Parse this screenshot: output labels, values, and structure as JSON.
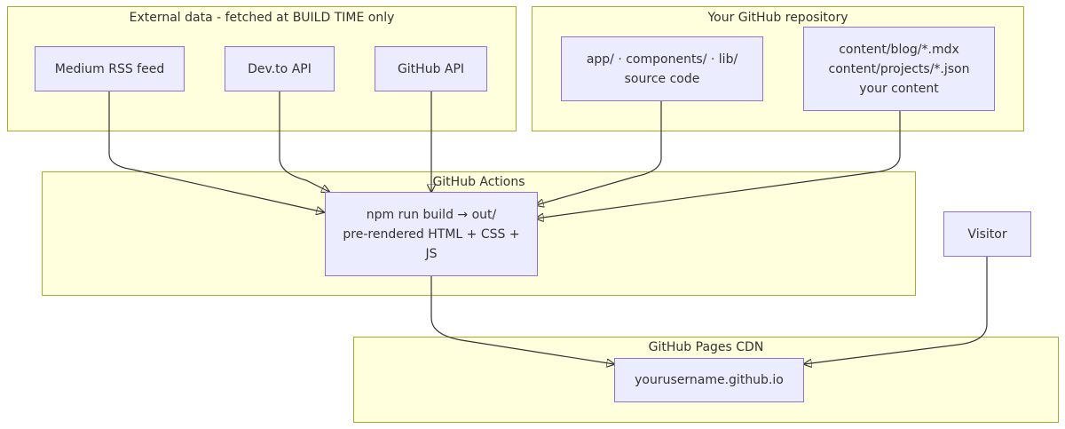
{
  "clusters": {
    "external": {
      "title": "External data - fetched at BUILD TIME only"
    },
    "repo": {
      "title": "Your GitHub repository"
    },
    "actions": {
      "title": "GitHub Actions"
    },
    "pages": {
      "title": "GitHub Pages CDN"
    }
  },
  "nodes": {
    "medium": {
      "label": "Medium RSS feed"
    },
    "devto": {
      "label": "Dev.to API"
    },
    "github_api": {
      "label": "GitHub API"
    },
    "source": {
      "lines": [
        "app/ · components/ · lib/",
        "source code"
      ]
    },
    "content": {
      "lines": [
        "content/blog/*.mdx",
        "content/projects/*.json",
        "your content"
      ]
    },
    "build": {
      "lines": [
        "npm run build → out/",
        "pre-rendered HTML + CSS +",
        "JS"
      ]
    },
    "visitor": {
      "label": "Visitor"
    },
    "site": {
      "label": "yourusername.github.io"
    }
  },
  "edges": [
    {
      "from": "medium",
      "to": "build"
    },
    {
      "from": "devto",
      "to": "build"
    },
    {
      "from": "github_api",
      "to": "build"
    },
    {
      "from": "source",
      "to": "build"
    },
    {
      "from": "content",
      "to": "build"
    },
    {
      "from": "build",
      "to": "site"
    },
    {
      "from": "visitor",
      "to": "site"
    }
  ],
  "colors": {
    "cluster_fill": "#ffffde",
    "cluster_border": "#aaaa33",
    "node_fill": "#ececff",
    "node_border": "#9370db",
    "edge": "#333333"
  }
}
